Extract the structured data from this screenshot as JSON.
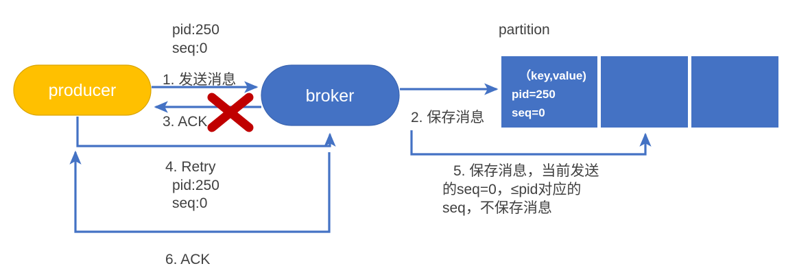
{
  "diagram": {
    "title_partition": "partition",
    "nodes": {
      "producer": "producer",
      "broker": "broker"
    },
    "colors": {
      "producer_fill": "#FFC000",
      "broker_fill": "#4472C4",
      "partition_fill": "#4472C4",
      "arrow": "#4472C4",
      "x_mark": "#C00000",
      "text": "#404040"
    },
    "annotations": {
      "top_pid": "pid:250",
      "top_seq": "seq:0",
      "step1": "1. 发送消息",
      "step2": "2. 保存消息",
      "step3": "3. ACK",
      "step4": "4. Retry",
      "retry_pid": "pid:250",
      "retry_seq": "seq:0",
      "step5_line1": "5. 保存消息，当前发送",
      "step5_line2": "的seq=0，≤pid对应的",
      "step5_line3": "seq，不保存消息",
      "step6": "6. ACK"
    },
    "partition_cells": [
      {
        "line1": "（key,value)",
        "line2": "pid=250",
        "line3": "seq=0"
      },
      {
        "line1": "",
        "line2": "",
        "line3": ""
      },
      {
        "line1": "",
        "line2": "",
        "line3": ""
      }
    ]
  }
}
